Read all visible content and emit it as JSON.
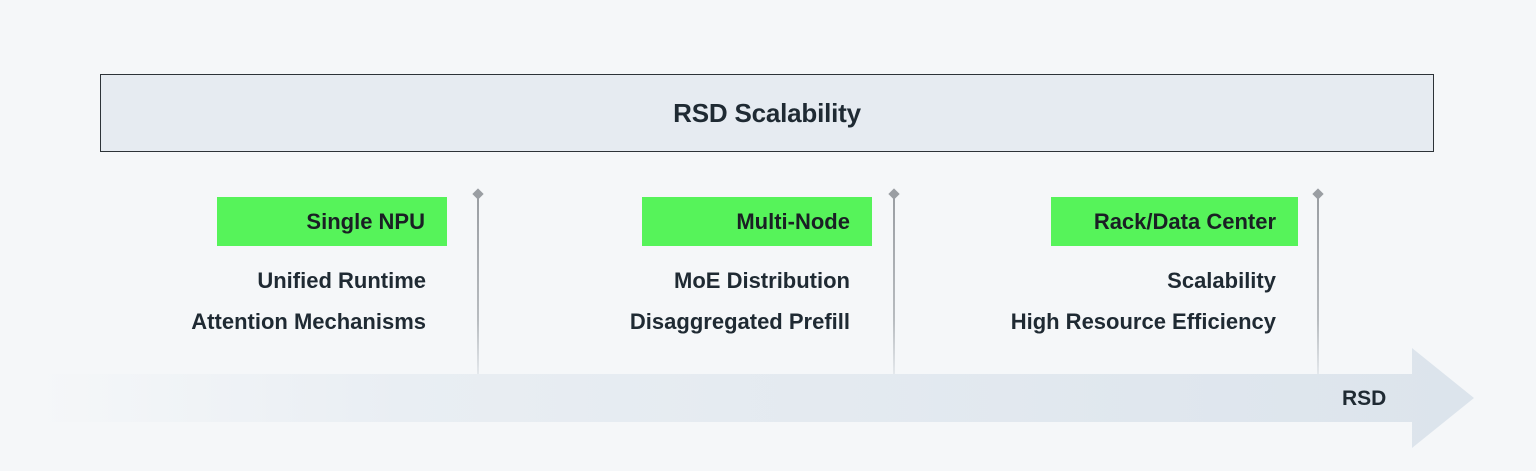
{
  "title": "RSD Scalability",
  "axis_label": "RSD",
  "stages": [
    {
      "label": "Single NPU",
      "features": [
        "Unified Runtime",
        "Attention Mechanisms"
      ]
    },
    {
      "label": "Multi-Node",
      "features": [
        "MoE Distribution",
        "Disaggregated Prefill"
      ]
    },
    {
      "label": "Rack/Data Center",
      "features": [
        "Scalability",
        "High Resource Efficiency"
      ]
    }
  ],
  "colors": {
    "stage_highlight": "#56f35a",
    "title_bar_bg": "#e6ebf1",
    "arrow": "#dde5ee",
    "text": "#1f2a33"
  }
}
